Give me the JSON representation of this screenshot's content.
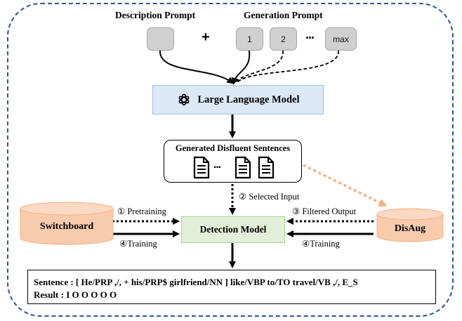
{
  "prompts": {
    "description_label": "Description Prompt",
    "generation_label": "Generation Prompt",
    "plus": "+",
    "gen_items": [
      "1",
      "2",
      "max"
    ],
    "ellipsis": "···"
  },
  "llm": {
    "icon": "openai-logo-icon",
    "label": "Large Language Model"
  },
  "generated": {
    "title": "Generated Disfluent Sentences",
    "ellipsis": "···",
    "icon": "document-icon"
  },
  "edges": {
    "selected_input": "② Selected Input",
    "pretraining": "① Pretraining",
    "filtered_output": "③ Filtered Output",
    "training_left": "④Training",
    "training_right": "④Training"
  },
  "nodes": {
    "switchboard": "Switchboard",
    "detection_model": "Detection Model",
    "disaug": "DisAug"
  },
  "output": {
    "sentence": "Sentence : [ He/PRP ,/, + his/PRP$ girlfriend/NN ] like/VBP to/TO travel/VB ,/, E_S",
    "result": "Result : I O O O O O"
  },
  "colors": {
    "frame": "#2f5597",
    "llm_fill": "#dbe8f6",
    "detection_fill": "#e2f0d9",
    "cylinder_fill": "#f8cbad",
    "filter_arrow": "#f4b183",
    "prompt_box": "#d0d0d0"
  }
}
